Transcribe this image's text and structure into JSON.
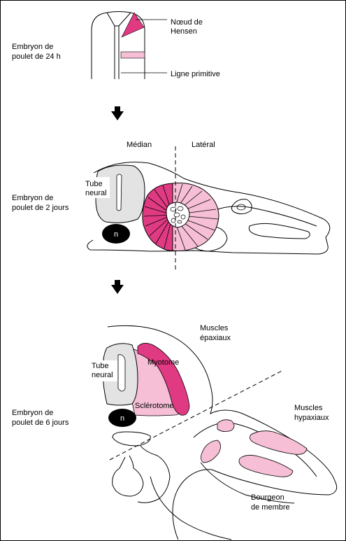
{
  "colors": {
    "magenta": "#e03a83",
    "pink": "#f6bfd6",
    "gray": "#e3e3e3",
    "black": "#000000"
  },
  "panel1": {
    "stage": [
      "Embryon de",
      "poulet de 24 h"
    ],
    "hensen": [
      "Nœud de",
      "Hensen"
    ],
    "streak": "Ligne primitive"
  },
  "panel2": {
    "stage": [
      "Embryon de",
      "poulet de 2 jours"
    ],
    "median": "Médian",
    "lateral": "Latéral",
    "tube": [
      "Tube",
      "neural"
    ],
    "notochord": "n"
  },
  "panel3": {
    "stage": [
      "Embryon de",
      "poulet de 6 jours"
    ],
    "epaxial": [
      "Muscles",
      "épaxiaux"
    ],
    "myotome": "Myotome",
    "tube": [
      "Tube",
      "neural"
    ],
    "sclerotome": "Sclérotome",
    "notochord": "n",
    "hypaxial": [
      "Muscles",
      "hypaxiaux"
    ],
    "limb_bud": [
      "Bourgeon",
      "de membre"
    ]
  },
  "arrows": [
    "down-arrow",
    "down-arrow"
  ]
}
